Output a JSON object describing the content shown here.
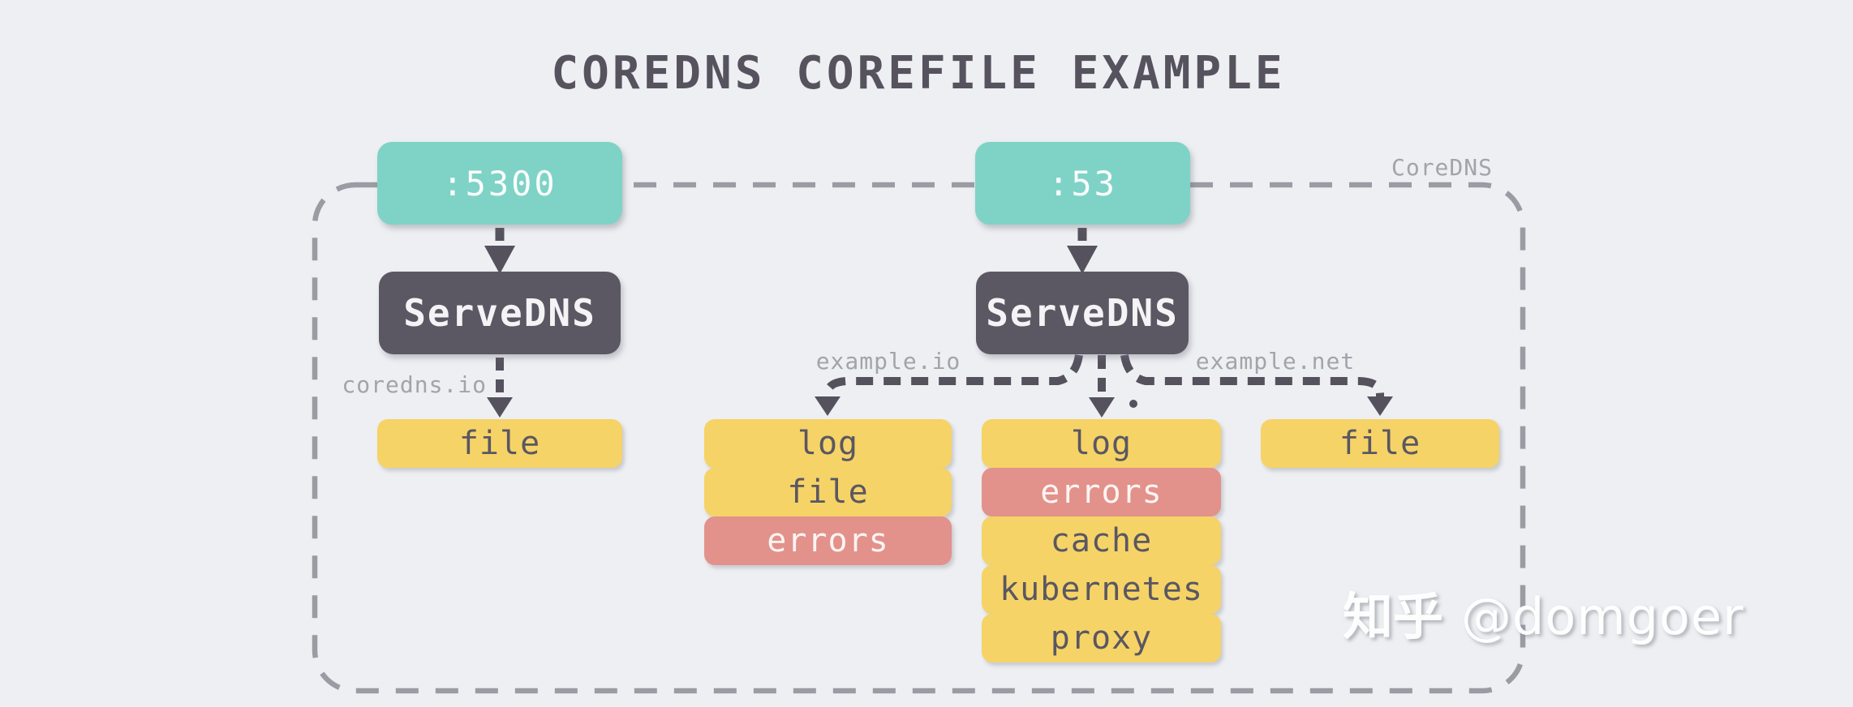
{
  "title": "COREDNS COREFILE EXAMPLE",
  "outer_box_label": "CoreDNS",
  "colors": {
    "background": "#edeff2",
    "port_box": "#7ed3c6",
    "handler_box": "#5b5864",
    "plugin_box": "#f6d366",
    "error_plugin_box": "#e2928b",
    "connector": "#55525e",
    "outer_border": "#9b9ba3",
    "muted_label": "#a3a3ab",
    "title_text": "#56535e"
  },
  "branch1": {
    "port": ":5300",
    "handler": "ServeDNS",
    "zone_label": "coredns.io",
    "plugin": "file"
  },
  "branch2": {
    "port": ":53",
    "handler": "ServeDNS",
    "zone_io": {
      "label": "example.io",
      "plugins": [
        "log",
        "file",
        "errors"
      ]
    },
    "zone_default": {
      "plugins": [
        "log",
        "errors",
        "cache",
        "kubernetes",
        "proxy"
      ]
    },
    "zone_net": {
      "label": "example.net",
      "plugin": "file"
    }
  },
  "watermark": {
    "site": "知乎",
    "handle": "@domgoer"
  }
}
